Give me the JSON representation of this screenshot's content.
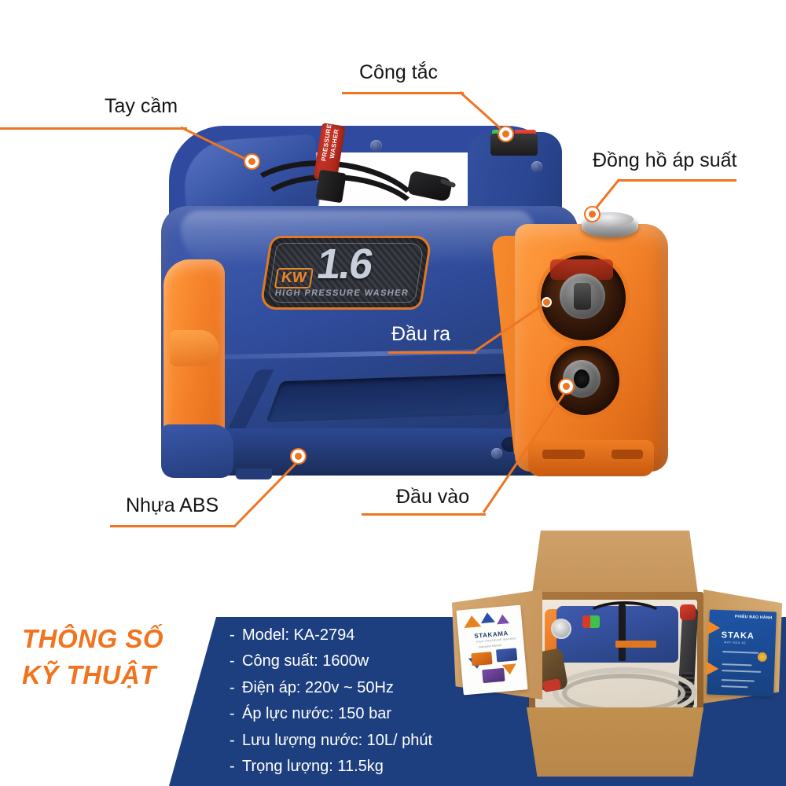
{
  "callouts": [
    {
      "id": "handle",
      "label": "Tay cầm",
      "color": "#161616"
    },
    {
      "id": "switch",
      "label": "Công tắc",
      "color": "#161616"
    },
    {
      "id": "gauge",
      "label": "Đồng hồ áp suất",
      "color": "#161616"
    },
    {
      "id": "outlet",
      "label": "Đầu ra",
      "color": "#ffffff"
    },
    {
      "id": "inlet",
      "label": "Đầu vào",
      "color": "#161616"
    },
    {
      "id": "abs",
      "label": "Nhựa ABS",
      "color": "#161616"
    }
  ],
  "product_badge": {
    "power": "1.6",
    "unit": "KW",
    "subtitle": "HIGH PRESSURE WASHER"
  },
  "strap": {
    "text": "PRESSURE WASHER"
  },
  "specs": {
    "title_line1": "THÔNG SỐ",
    "title_line2": "KỸ THUẬT",
    "dash": "-",
    "items": [
      "Model: KA-2794",
      "Công suất: 1600w",
      "Điện áp: 220v ~ 50Hz",
      "Áp lực nước: 150 bar",
      "Lưu lượng nước: 10L/ phút",
      "Trọng lượng: 11.5kg"
    ]
  },
  "box": {
    "warranty_card": {
      "heading": "PHIẾU BẢO HÀNH",
      "brand": "STAKA",
      "tagline": "MÁY RỬA XE"
    },
    "manual": {
      "brand": "STAKAMA",
      "tagline": "HIGH PRESSURE WASHER",
      "caption": "Instruction Manual"
    }
  },
  "colors": {
    "orange": "#ee7522",
    "title_orange": "#f2731d",
    "navy_panel": "#1e3f7f",
    "product_blue": "#2f4a9e",
    "product_orange": "#f6852c",
    "background": "#ffffff"
  }
}
